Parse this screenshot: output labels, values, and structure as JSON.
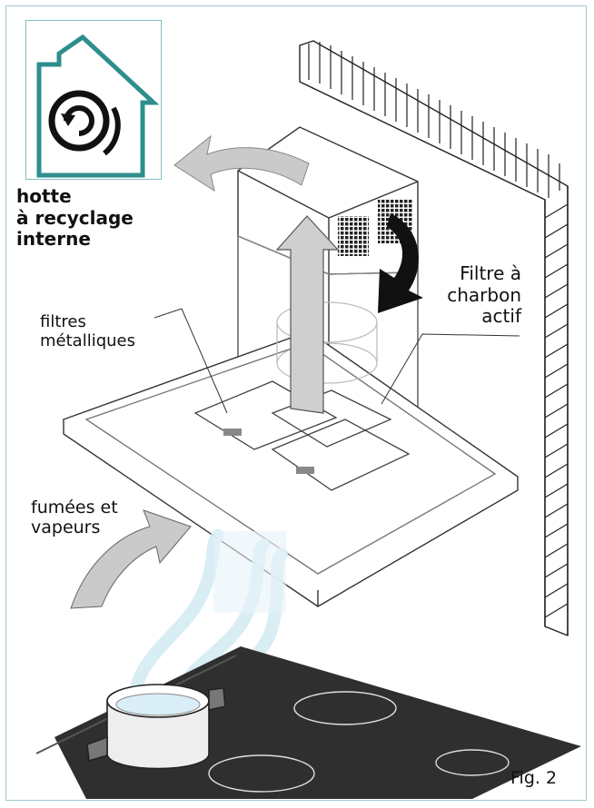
{
  "labels": {
    "title_line1": "hotte",
    "title_line2": "à recyclage",
    "title_line3": "interne",
    "filtres_line1": "filtres",
    "filtres_line2": "métalliques",
    "charbon_line1": "Filtre à",
    "charbon_line2": "charbon",
    "charbon_line3": "actif",
    "fumees_line1": "fumées et",
    "fumees_line2": "vapeurs",
    "figure": "Fig. 2"
  },
  "colors": {
    "frame": "#9cc9cf",
    "house_icon": "#2e8e8e",
    "arrow_gray": "#c9c9c9",
    "arrow_black": "#111111",
    "cooktop": "#3a3a3a",
    "steam": "#d4ecf3"
  },
  "icons": {
    "recycle": "recycling-house-icon"
  }
}
